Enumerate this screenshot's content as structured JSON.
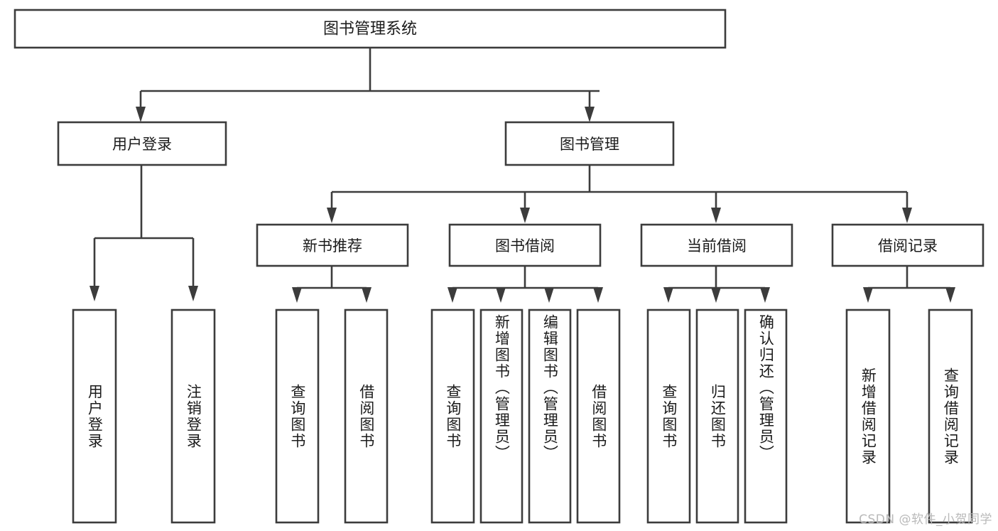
{
  "diagram": {
    "title": "图书管理系统",
    "type": "tree-hierarchy",
    "watermark": "CSDN @软件_小贺同学",
    "colors": {
      "stroke": "#3c3c3c",
      "fill": "#ffffff",
      "text": "#1b1b1b",
      "watermark": "#b9b9b9"
    },
    "root": {
      "label": "图书管理系统"
    },
    "level2": [
      {
        "label": "用户登录"
      },
      {
        "label": "图书管理"
      }
    ],
    "level3": [
      {
        "label": "新书推荐"
      },
      {
        "label": "图书借阅"
      },
      {
        "label": "当前借阅"
      },
      {
        "label": "借阅记录"
      }
    ],
    "leaves": {
      "user_login": [
        {
          "label": "用户登录"
        },
        {
          "label": "注销登录"
        }
      ],
      "new_book_recommend": [
        {
          "label": "查询图书"
        },
        {
          "label": "借阅图书"
        }
      ],
      "book_borrow": [
        {
          "label": "查询图书"
        },
        {
          "label": "新增图书（管理员）"
        },
        {
          "label": "编辑图书（管理员）"
        },
        {
          "label": "借阅图书"
        }
      ],
      "current_borrow": [
        {
          "label": "查询图书"
        },
        {
          "label": "归还图书"
        },
        {
          "label": "确认归还（管理员）"
        }
      ],
      "borrow_record": [
        {
          "label": "新增借阅记录"
        },
        {
          "label": "查询借阅记录"
        }
      ]
    }
  }
}
